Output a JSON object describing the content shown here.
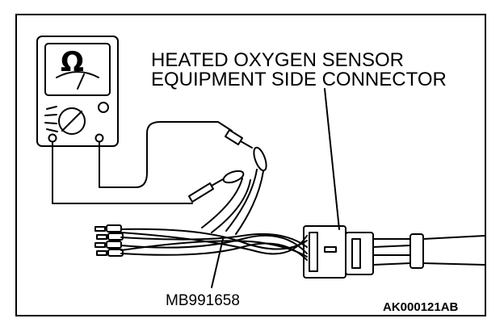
{
  "callout": {
    "line1": "HEATED OXYGEN SENSOR",
    "line2": "EQUIPMENT SIDE CONNECTOR"
  },
  "tool_label": "MB991658",
  "figure_code": "AK000121AB",
  "meter": {
    "unit_symbol": "Ω",
    "icon": "ohmmeter-icon"
  },
  "colors": {
    "line": "#000000",
    "background": "#ffffff"
  }
}
